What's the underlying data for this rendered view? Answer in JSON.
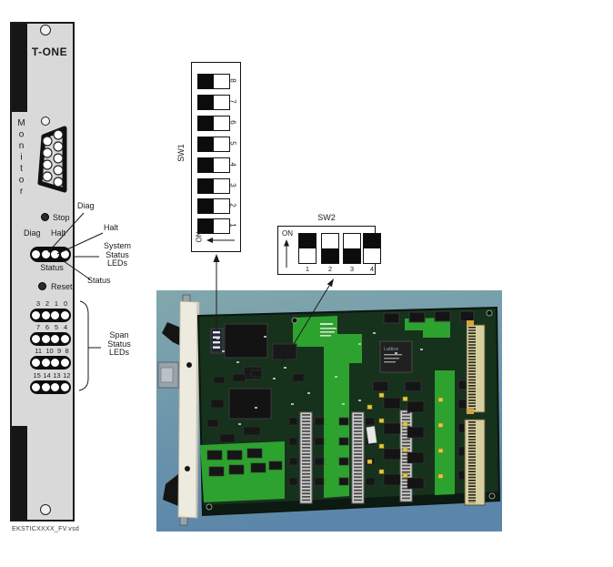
{
  "faceplate": {
    "title": "T-ONE",
    "monitor_label": "Monitor",
    "stop_label": "Stop",
    "diag_label": "Diag",
    "halt_label": "Halt",
    "status_label": "Status",
    "reset_label": "Reset",
    "span_groups": [
      {
        "numbers": [
          "3",
          "2",
          "1",
          "0"
        ]
      },
      {
        "numbers": [
          "7",
          "6",
          "5",
          "4"
        ]
      },
      {
        "numbers": [
          "11",
          "10",
          "9",
          "8"
        ]
      },
      {
        "numbers": [
          "15",
          "14",
          "13",
          "12"
        ]
      }
    ],
    "caption": "EKSTICXXXX_FV.vsd"
  },
  "callouts": {
    "diag": "Diag",
    "halt": "Halt",
    "system_status": [
      "System",
      "Status",
      "LEDs"
    ],
    "status": "Status",
    "span_status": [
      "Span",
      "Status",
      "LEDs"
    ]
  },
  "sw1": {
    "label": "SW1",
    "on_label": "ON",
    "switches": [
      {
        "number": "1",
        "position": "on"
      },
      {
        "number": "2",
        "position": "on"
      },
      {
        "number": "3",
        "position": "on"
      },
      {
        "number": "4",
        "position": "on"
      },
      {
        "number": "5",
        "position": "on"
      },
      {
        "number": "6",
        "position": "on"
      },
      {
        "number": "7",
        "position": "on"
      },
      {
        "number": "8",
        "position": "on"
      }
    ]
  },
  "sw2": {
    "label": "SW2",
    "on_label": "ON",
    "switches": [
      {
        "number": "1",
        "position": "on"
      },
      {
        "number": "2",
        "position": "off"
      },
      {
        "number": "3",
        "position": "off"
      },
      {
        "number": "4",
        "position": "on"
      }
    ]
  },
  "photo": {
    "chip_label": "Lattice"
  },
  "colors": {
    "photo_background_top": "#82a8ad",
    "photo_background_bottom": "#5b86aa",
    "pcb_dark_green": "#16311c",
    "pcb_bright_green": "#2da22f",
    "faceplate_gray": "#d9d9d9"
  }
}
